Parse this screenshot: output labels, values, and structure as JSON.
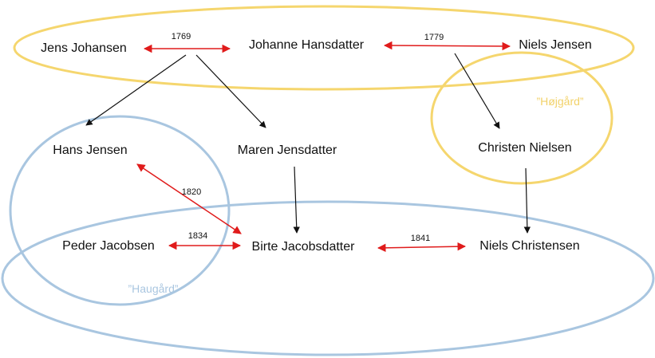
{
  "colors": {
    "yellow_group": "#f5d66e",
    "blue_group": "#a9c6e0",
    "marriage_arrow": "#e01b1b",
    "descent_arrow": "#111111",
    "farm_hojgard_label": "#f2d26a",
    "farm_haugard_label": "#a9c6e0"
  },
  "groups": {
    "hojgard_label": "”Højgård”",
    "haugard_label": "”Haugård”"
  },
  "people": {
    "jens_johansen": "Jens Johansen",
    "johanne_hansdatter": "Johanne Hansdatter",
    "niels_jensen": "Niels Jensen",
    "hans_jensen": "Hans Jensen",
    "maren_jensdatter": "Maren Jensdatter",
    "christen_nielsen": "Christen Nielsen",
    "peder_jacobsen": "Peder Jacobsen",
    "birte_jacobsdatter": "Birte Jacobsdatter",
    "niels_christensen": "Niels Christensen"
  },
  "marriages": {
    "m1769": "1769",
    "m1779": "1779",
    "m1820": "1820",
    "m1834": "1834",
    "m1841": "1841"
  }
}
